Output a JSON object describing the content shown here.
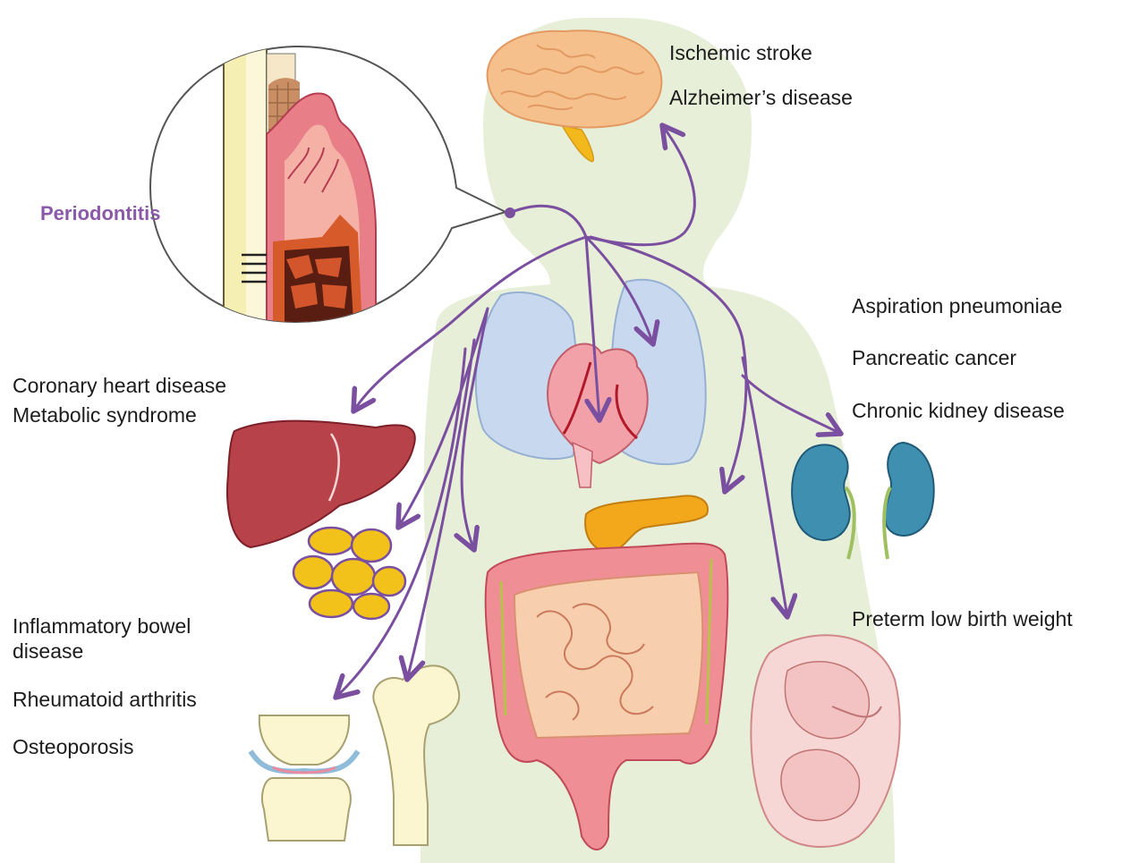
{
  "periodontitis": {
    "label": "Periodontitis",
    "accent": "#7b4fa0"
  },
  "brain_conditions": [
    "Ischemic stroke",
    "Alzheimer’s disease"
  ],
  "liver_conditions": [
    "Coronary heart disease",
    "Metabolic syndrome"
  ],
  "bone_conditions": [
    "Inflammatory bowel disease",
    "Rheumatoid arthritis",
    "Osteoporosis"
  ],
  "kidney_conditions": [
    "Aspiration pneumoniae",
    "Pancreatic cancer",
    "Chronic kidney disease"
  ],
  "pregnancy_conditions": [
    "Preterm low birth weight"
  ],
  "colors": {
    "body_silhouette": "#e8efd8",
    "arrow": "#7b4fa0",
    "brain": "#f6c08c",
    "lung": "#c8d8ee",
    "heart": "#f2a1a8",
    "liver": "#b8424a",
    "fat": "#f2c21a",
    "kidney": "#3f8fb0",
    "intestine": "#ef8f95",
    "pancreas": "#f2a81a",
    "fetus": "#f7d6d6",
    "bone": "#fbf6cf"
  },
  "icons": [
    "brain-icon",
    "lungs-icon",
    "heart-icon",
    "liver-icon",
    "adipose-tissue-icon",
    "kidneys-icon",
    "pancreas-icon",
    "intestines-icon",
    "joint-icon",
    "femur-bone-icon",
    "fetus-icon",
    "tooth-gum-icon"
  ]
}
